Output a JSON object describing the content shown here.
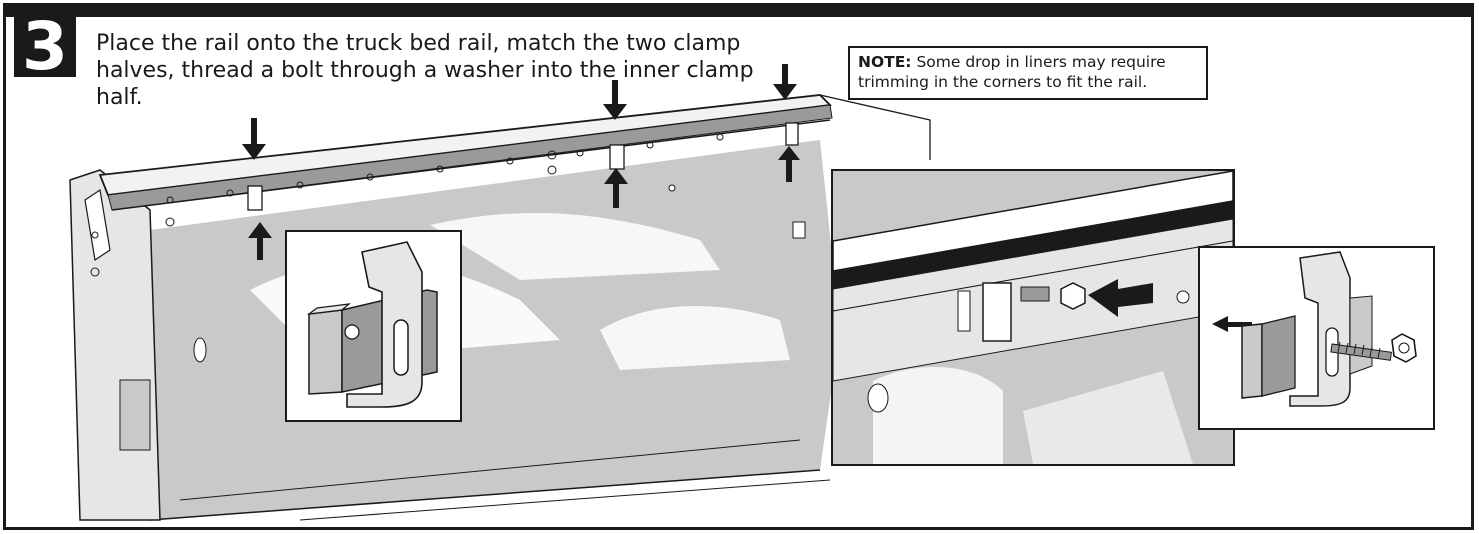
{
  "step": {
    "number": "3"
  },
  "instruction": {
    "text": "Place the rail onto the truck bed rail, match the two clamp halves, thread a bolt through a washer into the inner clamp half."
  },
  "note": {
    "label": "NOTE:",
    "text": " Some drop in liners may require trimming in the corners to fit the rail."
  },
  "colors": {
    "ink": "#1a1a1a",
    "shade": "#c9c9c9",
    "light": "#e6e6e6"
  },
  "icons": [
    "down-arrow-icon",
    "up-arrow-icon",
    "left-arrow-icon"
  ]
}
